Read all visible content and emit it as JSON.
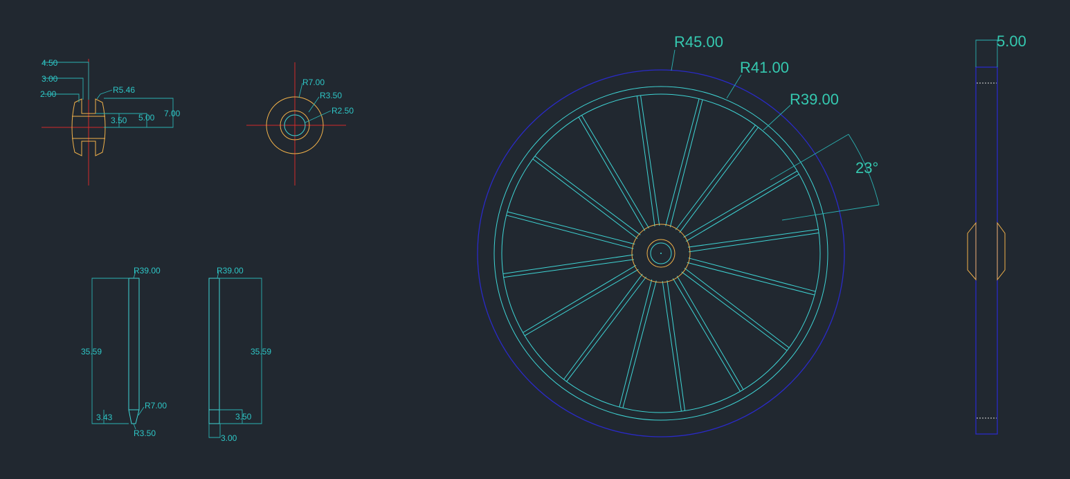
{
  "drawing": {
    "bushing_side_view": {
      "dims": [
        "4.50",
        "3.00",
        "2.00",
        "R5.46",
        "3.50",
        "5.00",
        "7.00"
      ]
    },
    "bushing_front_view": {
      "dims": [
        "R7.00",
        "R3.50",
        "R2.50"
      ]
    },
    "spoke_tapered": {
      "dims": [
        "R39.00",
        "35.59",
        "3.43",
        "R7.00",
        "R3.50"
      ]
    },
    "spoke_straight": {
      "dims": [
        "R39.00",
        "35.59",
        "3.50",
        "3.00"
      ]
    },
    "wheel_front_view": {
      "dims": [
        "R45.00",
        "R41.00",
        "R39.00",
        "23°"
      ],
      "spoke_count": 16
    },
    "wheel_side_view": {
      "dims": [
        "5.00"
      ]
    }
  },
  "colors": {
    "background": "#212830",
    "geometry": "#3fd6d6",
    "dimension": "#2ec6c6",
    "hub": "#f2b24a",
    "centerline": "#d42a2a",
    "tire": "#2a2ac8"
  }
}
